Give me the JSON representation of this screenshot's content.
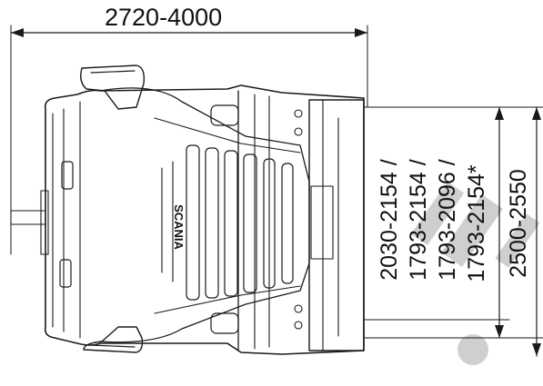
{
  "dimensions": {
    "width_range": "2720-4000",
    "track_labels": [
      "2030-2154 /",
      "1793-2154 /",
      "1793-2096 /",
      "1793-2154*"
    ],
    "overall_width": "2500-2550"
  },
  "brand": {
    "logo_text": "SCANIA"
  },
  "colors": {
    "ink": "#1a1a1a",
    "watermark": "#cfcfcf",
    "background": "#ffffff"
  }
}
